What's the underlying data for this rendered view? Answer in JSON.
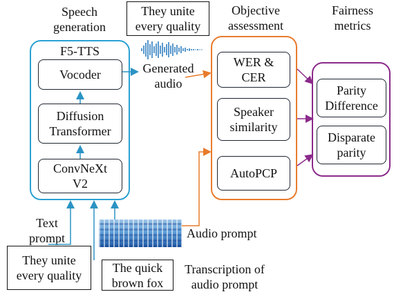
{
  "headers": {
    "speech_generation": "Speech\ngeneration",
    "objective_assessment": "Objective\nassessment",
    "fairness_metrics": "Fairness\nmetrics"
  },
  "generation": {
    "panel_title": "F5-TTS",
    "vocoder": "Vocoder",
    "diffusion": "Diffusion\nTransformer",
    "convnext": "ConvNeXt\nV2"
  },
  "generated_text": "They unite\nevery quality",
  "generated_audio": "Generated\naudio",
  "assessment": {
    "wer": "WER &\nCER",
    "speaker": "Speaker\nsimilarity",
    "autopcp": "AutoPCP"
  },
  "fairness": {
    "parity": "Parity\nDifference",
    "disparate": "Disparate\nparity"
  },
  "inputs": {
    "text_prompt_label": "Text\nprompt",
    "text_prompt_box": "They unite\nevery quality",
    "audio_prompt_label": "Audio prompt",
    "transcription_box": "The quick\nbrown fox",
    "transcription_label": "Transcription of\naudio prompt"
  },
  "colors": {
    "gen_panel": "#2aa1d3",
    "assess_panel": "#e87b2c",
    "fair_panel": "#8b2a8a",
    "gen_arrow": "#2a93c4",
    "assess_arrow": "#e87b2c",
    "fair_arrow": "#8b2a8a",
    "waveform": "#2f7fc0"
  }
}
